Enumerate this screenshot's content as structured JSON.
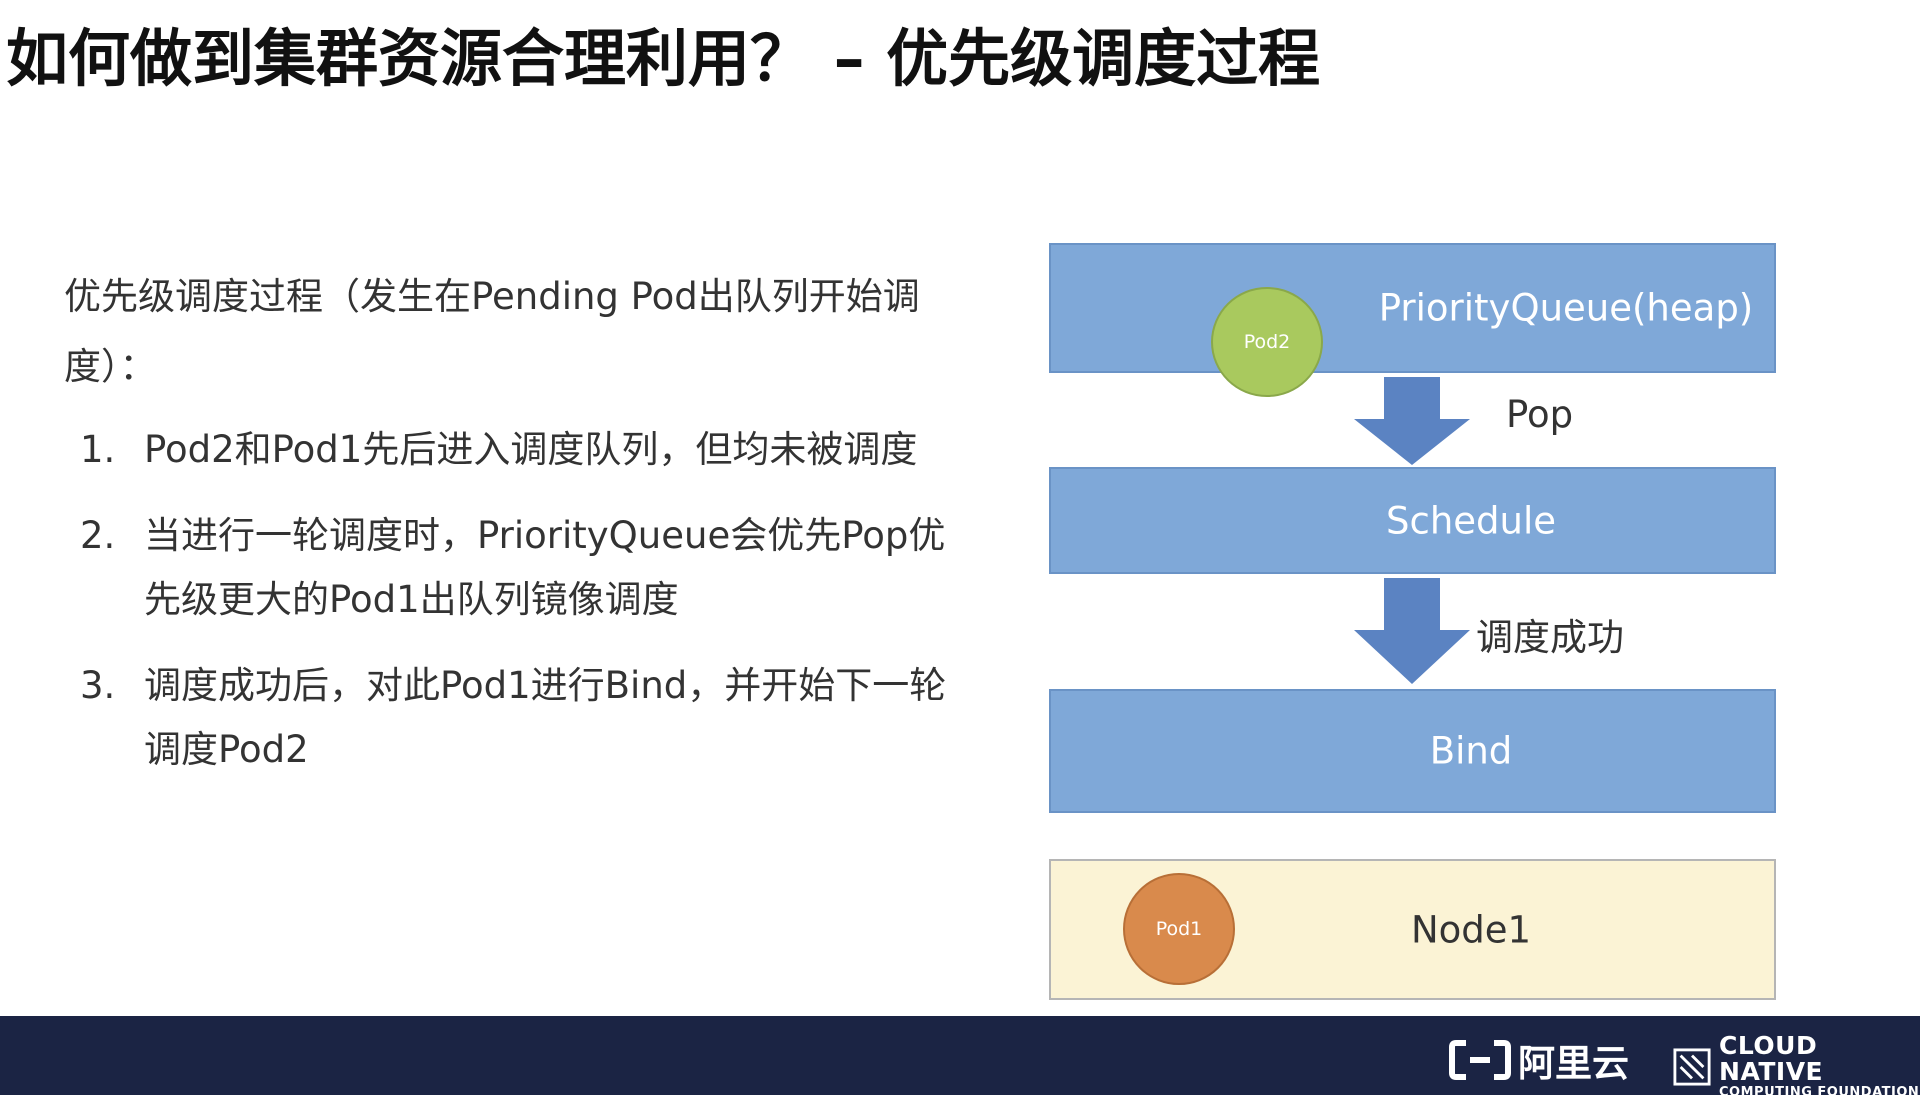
{
  "title": "如何做到集群资源合理利用？ – 优先级调度过程",
  "intro": "优先级调度过程（发生在Pending Pod出队列开始调度）：",
  "steps": [
    {
      "num": "1.",
      "text": "Pod2和Pod1先后进入调度队列，但均未被调度"
    },
    {
      "num": "2.",
      "text": "当进行一轮调度时，PriorityQueue会优先Pop优先级更大的Pod1出队列镜像调度"
    },
    {
      "num": "3.",
      "text": "调度成功后，对此Pod1进行Bind，并开始下一轮调度Pod2"
    }
  ],
  "diagram": {
    "queue_label": "PriorityQueue(heap)",
    "queue_pod": "Pod2",
    "pop_label": "Pop",
    "schedule_label": "Schedule",
    "success_label": "调度成功",
    "bind_label": "Bind",
    "node_label": "Node1",
    "node_pod": "Pod1"
  },
  "footer": {
    "aliyun_text": "阿里云",
    "cncf_line1": "CLOUD NATIVE",
    "cncf_line2": "COMPUTING FOUNDATION"
  },
  "colors": {
    "box_blue": "#7fa8d8",
    "arrow_blue": "#5b83c2",
    "pod2_green": "#a9c95e",
    "pod1_orange": "#d98a4c",
    "node_bg": "#fbf3d5",
    "footer_bg": "#1b2444"
  }
}
